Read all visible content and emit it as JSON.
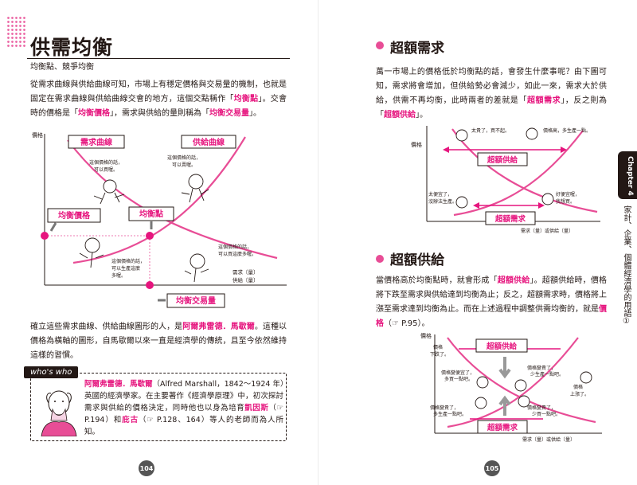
{
  "left": {
    "title": "供需均衡",
    "subtitle": "均衡點、競爭均衡",
    "intro": {
      "t1": "從需求曲線與供給曲線可知，市場上有穩定價格與交易量的機制，也就是固定在需求曲線與供給曲線交會的地方，這個交點稱作「",
      "h1": "均衡點",
      "t2": "」。交會時的價格是「",
      "h2": "均衡價格",
      "t3": "」，需求與供給的量則稱為「",
      "h3": "均衡交易量",
      "t4": "」。"
    },
    "diagram": {
      "ylabel": "價格",
      "demand_label": "需求曲線",
      "supply_label": "供給曲線",
      "eq_price_label": "均衡價格",
      "eq_point_label": "均衡點",
      "eq_qty_label": "均衡交易量",
      "xlabel_line1": "需求〔量〕",
      "xlabel_line2": "供給〔量〕",
      "bubble_demand": [
        "這個價格的話，",
        "可以買喔。"
      ],
      "bubble_supply": [
        "這個價格的話，",
        "可以賣喔。"
      ],
      "bubble_low": [
        "這個價格的話，",
        "可以生產這麼",
        "多喔。"
      ],
      "bubble_buy": [
        "這個價格的話，",
        "可以買這麼多喔。"
      ]
    },
    "closing": {
      "t1": "確立這些需求曲線、供給曲線圖形的人，是",
      "h1": "阿爾弗雷德．馬歇爾",
      "t2": "。這種以價格為橫軸的圖形，自馬歇爾以來一直是經濟學的傳統，且至今依然維持這樣的習慣。"
    },
    "who": {
      "tag": "who's who",
      "name_hl": "阿爾弗雷德．馬歇爾",
      "name_rest": "（Alfred Marshall，1842～1924 年）",
      "body1": "英國的經濟學家。在主要著作《經濟學原理》中，初次探討需求與供給的價格決定，同時他也以身為培育",
      "h1": "凱因斯",
      "body2": "（☞ P.194）和",
      "h2": "庇古",
      "body3": "（☞ P.128、164）等人的老師而為人所知。"
    },
    "page_number": "104"
  },
  "right": {
    "s1_title": "超額需求",
    "s1_text": {
      "t1": "萬一市場上的價格低於均衡點的話，會發生什麼事呢？由下圖可知，需求將會增加，但供給勢必會減少，如此一來，需求大於供給，供需不再均衡，此時兩者的差就是「",
      "h1": "超額需求",
      "t2": "」，反之則為「",
      "h2": "超額供給",
      "t3": "」。"
    },
    "d1": {
      "ylabel": "價格",
      "box_top": "超額供給",
      "box_bottom": "超額需求",
      "xlabel": "需求〔量〕或供給〔量〕",
      "b1": "太貴了，買不起。",
      "b2": "價格高，多生產一點。",
      "b3": [
        "太便宜了，",
        "沒辦法生產。"
      ],
      "b4": [
        "好便宜喔，",
        "我想買。"
      ]
    },
    "s2_title": "超額供給",
    "s2_text": {
      "t1": "當價格高於均衡點時，就會形成「",
      "h1": "超額供給",
      "t2": "」。超額供給時，價格將下跌至需求與供給達到均衡為止；反之，超額需求時，價格將上漲至需求達到均衡為止。而在上述過程中調整供需均衡的，就是",
      "h2": "價格",
      "t3": "（☞ P.95）。"
    },
    "d2": {
      "ylabel": "價格",
      "box_top": "超額供給",
      "box_bottom": "超額需求",
      "xlabel": "需求〔量〕或供給〔量〕",
      "b1": [
        "價格",
        "下跌了。"
      ],
      "b2": [
        "價格變便宜了，",
        "多買一點吧。"
      ],
      "b3": [
        "價格變貴了，",
        "少生產一點吧。"
      ],
      "b4": [
        "價格",
        "上漲了。"
      ],
      "b5": [
        "價格變貴了，",
        "多生產一點吧。"
      ],
      "b6": [
        "價格變貴了，",
        "少買一點吧。"
      ]
    },
    "chapter_tab": "Chapter 4",
    "chapter_desc": "家計、企業、個體經濟學的用語①",
    "page_number": "105"
  },
  "colors": {
    "accent": "#e6157e",
    "curve": "#e84d96",
    "text": "#231815"
  }
}
